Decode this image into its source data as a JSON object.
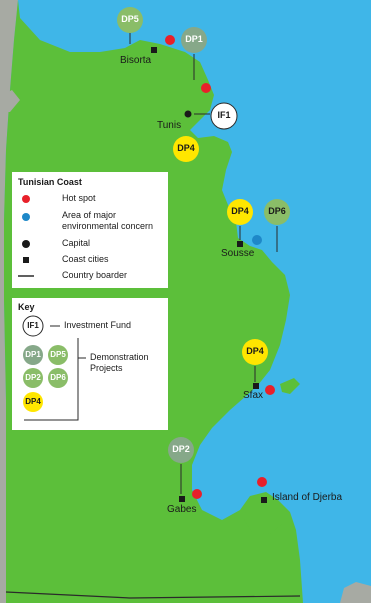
{
  "colors": {
    "sea": "#3fb6e8",
    "land": "#5cbf3a",
    "land_other": "#a7aaa3",
    "border_line": "#2a2a2a",
    "hot_spot": "#e8202a",
    "concern": "#1e88c8",
    "dp_yellow": "#ffe600",
    "dp_green": "#8abd68",
    "dp_grey_green": "#86a889"
  },
  "cities": [
    {
      "name": "Bisorta"
    },
    {
      "name": "Tunis"
    },
    {
      "name": "Sousse"
    },
    {
      "name": "Sfax"
    },
    {
      "name": "Gabes"
    },
    {
      "name": "Island of Djerba"
    }
  ],
  "projects": [
    {
      "label": "DP5"
    },
    {
      "label": "DP1"
    },
    {
      "label": "IF1"
    },
    {
      "label": "DP4"
    },
    {
      "label": "DP4"
    },
    {
      "label": "DP6"
    },
    {
      "label": "DP4"
    },
    {
      "label": "DP2"
    }
  ],
  "legend": {
    "title": "Tunisian Coast",
    "items": [
      {
        "symbol": "hot-spot",
        "label": "Hot spot"
      },
      {
        "symbol": "concern",
        "label": "Area of major environmental concern"
      },
      {
        "symbol": "capital",
        "label": "Capital"
      },
      {
        "symbol": "coast-city",
        "label": "Coast cities"
      },
      {
        "symbol": "border",
        "label": "Country boarder"
      }
    ]
  },
  "key": {
    "title": "Key",
    "fund_badge": "IF1",
    "fund_label": "Investment Fund",
    "demo_badges": [
      "DP1",
      "DP5",
      "DP2",
      "DP6",
      "DP4"
    ],
    "demo_label": "Demonstration Projects"
  }
}
